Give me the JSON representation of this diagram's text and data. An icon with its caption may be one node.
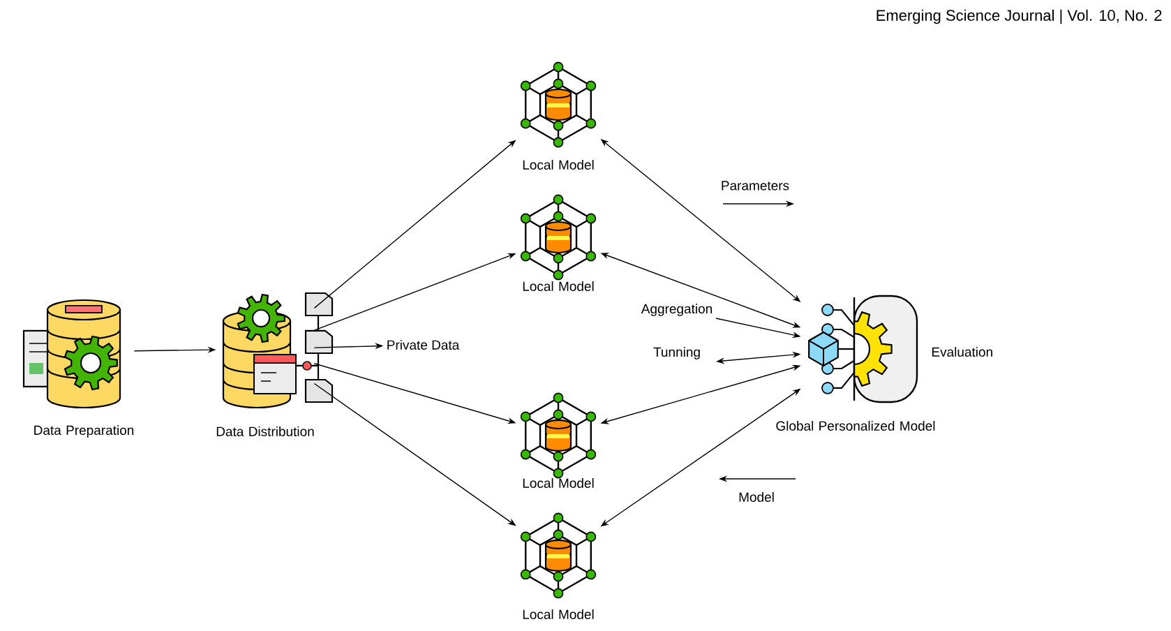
{
  "diagram": {
    "nodes": [
      {
        "text": [
          "Data Preparation"
        ]
      },
      {
        "text": [
          "Data Distribution"
        ]
      },
      {
        "text": [
          "Private Data"
        ]
      },
      {
        "text": [
          "Local Model"
        ]
      },
      {
        "text": [
          "Local Model"
        ]
      },
      {
        "text": [
          "Local Model"
        ]
      },
      {
        "text": [
          "Local Model"
        ]
      },
      {
        "text": [
          "Global Personalized Model"
        ],
        "beside": [
          "Evaluation"
        ]
      }
    ],
    "edges": [
      {
        "from": 0,
        "to": 1,
        "arrow": "to"
      },
      {
        "from": 1,
        "to": 2,
        "arrow": "to"
      },
      {
        "from": 1,
        "to": 3,
        "arrow": "to"
      },
      {
        "from": 1,
        "to": 4,
        "arrow": "to"
      },
      {
        "from": 1,
        "to": 5,
        "arrow": "to"
      },
      {
        "from": 1,
        "to": 6,
        "arrow": "to"
      },
      {
        "from": 7,
        "to": 3,
        "arrow": "both"
      },
      {
        "from": 7,
        "to": 4,
        "arrow": "both"
      },
      {
        "from": 7,
        "to": 5,
        "arrow": "both"
      },
      {
        "from": 7,
        "to": 6,
        "arrow": "both"
      },
      {
        "from": null,
        "to": 7,
        "arrow": "to",
        "label": "Aggregation"
      },
      {
        "from": null,
        "to": 7,
        "arrow": "both",
        "label": "Tunning"
      }
    ],
    "labels": [
      "Emerging Science Journal | Vol. 10, No. 2",
      "Parameters",
      "Model"
    ]
  }
}
